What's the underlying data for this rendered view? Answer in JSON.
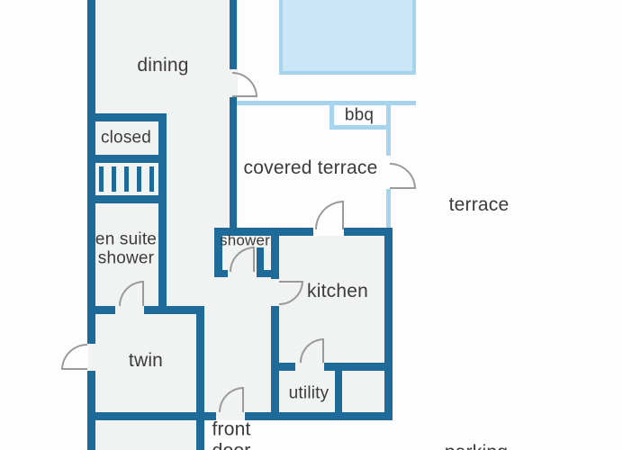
{
  "floorplan": {
    "labels": {
      "dining": "dining",
      "closed": "closed",
      "bbq": "bbq",
      "covered_terrace": "covered terrace",
      "terrace": "terrace",
      "en_suite_shower": "en suite\nshower",
      "shower": "shower",
      "kitchen": "kitchen",
      "twin": "twin",
      "utility": "utility",
      "front_door": "front\ndoor",
      "parking": "parking"
    },
    "colors": {
      "wall": "#1e6a99",
      "outdoor_wall": "#a6d3ee",
      "pool": "#cbe6f7",
      "room": "#f1f2f2",
      "door_arc": "#9a9a9a",
      "text": "#3b3b3b"
    }
  }
}
